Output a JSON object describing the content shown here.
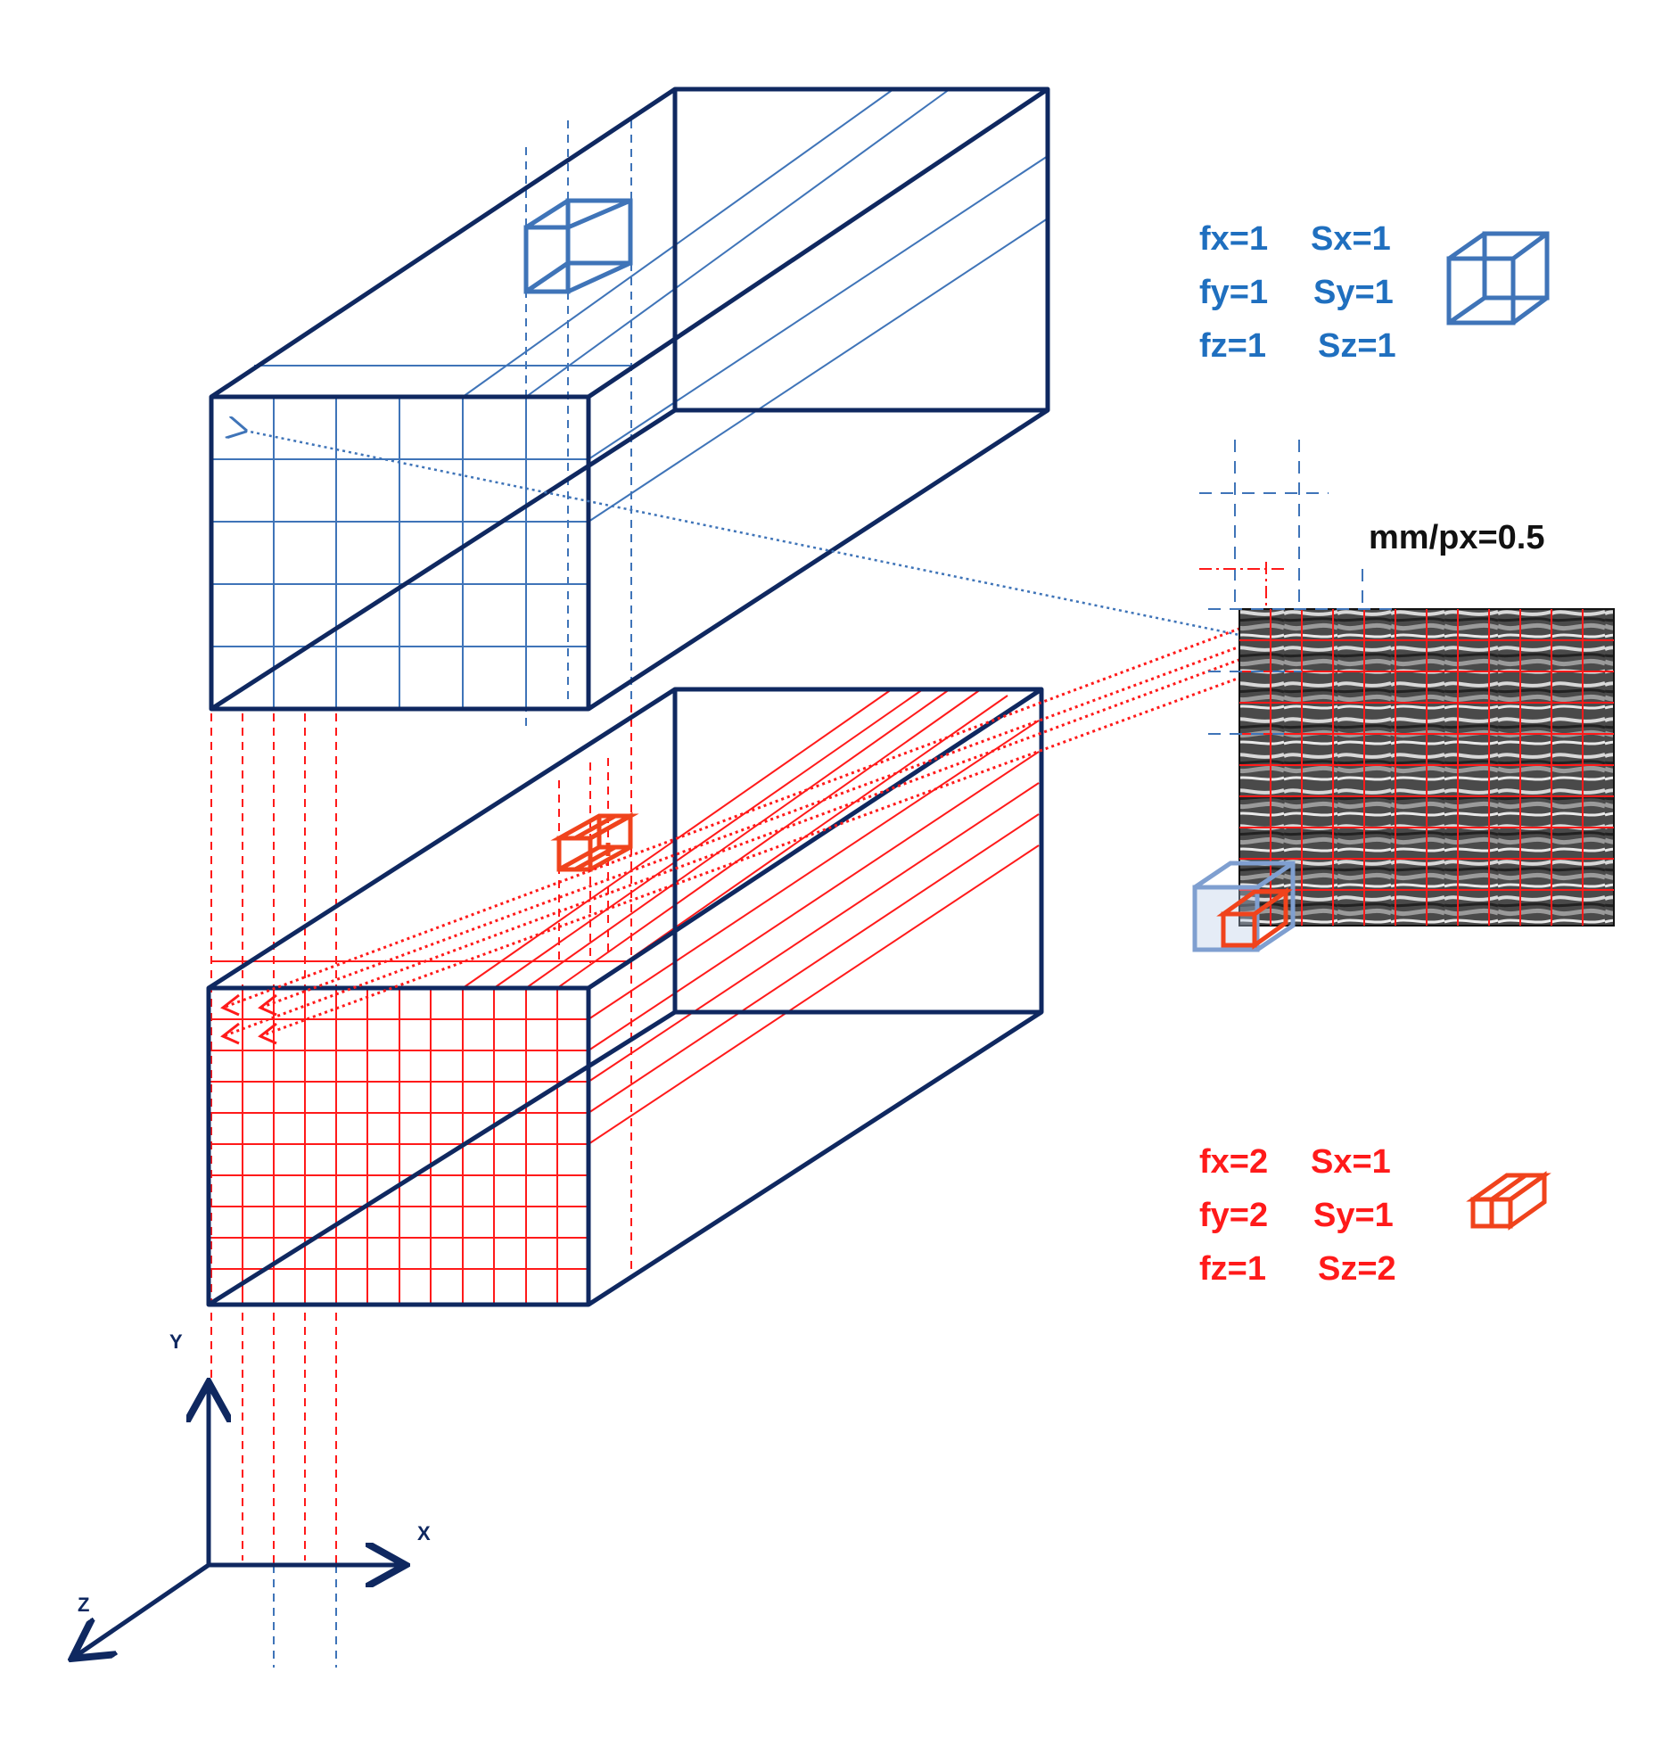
{
  "colors": {
    "navy": "#0f2860",
    "blue": "#3f74b8",
    "blue_text": "#1f6fbf",
    "red": "#ff1a1a",
    "orange_red": "#f0431c",
    "black": "#111111"
  },
  "legend_unit": {
    "fx": "fx=1",
    "sx": "Sx=1",
    "fy": "fy=1",
    "sy": "Sy=1",
    "fz": "fz=1",
    "sz": "Sz=1"
  },
  "legend_scaled": {
    "fx": "fx=2",
    "sx": "Sx=1",
    "fy": "fy=2",
    "sy": "Sy=1",
    "fz": "fz=1",
    "sz": "Sz=2"
  },
  "resolution_label": "mm/px=0.5",
  "axes": {
    "x": "X",
    "y": "Y",
    "z": "Z"
  },
  "icons": [
    "unit-voxel-cube-icon",
    "scaled-voxel-icon",
    "ultrasound-image"
  ]
}
